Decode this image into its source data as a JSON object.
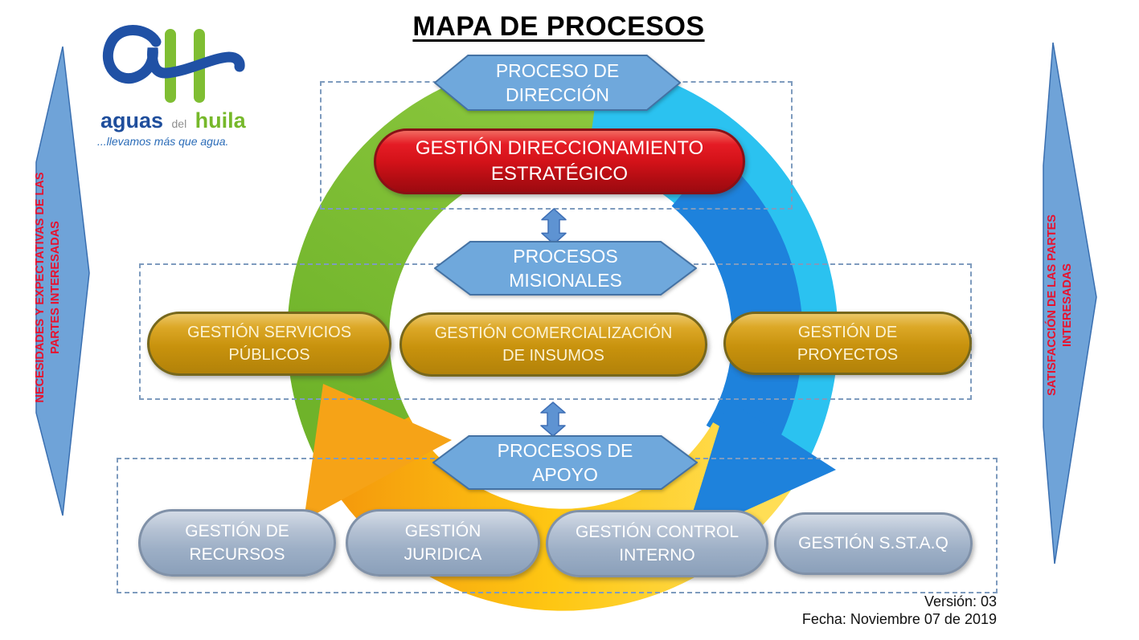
{
  "title": "MAPA DE PROCESOS",
  "logo": {
    "brand": {
      "aguas": "aguas",
      "del": "del",
      "huila": "huila"
    },
    "tagline": "...llevamos más que agua."
  },
  "banners": {
    "left": "NECESIDADES Y EXPECTATIVAS DE LAS\nPARTES INTERESADAS",
    "right": "SATISFACCIÓN DE LAS PARTES\nINTERESADAS"
  },
  "sections": [
    {
      "id": "direccion",
      "header": "PROCESO DE\nDIRECCIÓN",
      "items": [
        {
          "label": "GESTIÓN DIRECCIONAMIENTO\nESTRATÉGICO"
        }
      ]
    },
    {
      "id": "misionales",
      "header": "PROCESOS\nMISIONALES",
      "items": [
        {
          "label": "GESTIÓN SERVICIOS\nPÚBLICOS"
        },
        {
          "label": "GESTIÓN COMERCIALIZACIÓN\nDE INSUMOS"
        },
        {
          "label": "GESTIÓN DE\nPROYECTOS"
        }
      ]
    },
    {
      "id": "apoyo",
      "header": "PROCESOS DE\nAPOYO",
      "items": [
        {
          "label": "GESTIÓN DE\nRECURSOS"
        },
        {
          "label": "GESTIÓN\nJURIDICA"
        },
        {
          "label": "GESTIÓN CONTROL\nINTERNO"
        },
        {
          "label": "GESTIÓN S.ST.A.Q"
        }
      ]
    }
  ],
  "footer": {
    "version": "Versión: 03",
    "date": "Fecha: Noviembre 07 de 2019"
  },
  "colors": {
    "strategic_red": "#D41219",
    "mission_gold": "#C8920D",
    "support_gray": "#9DAFC6",
    "header_hexagon_blue": "#6FA8DC",
    "banner_arrow_blue": "#6FA3D8",
    "banner_text_red": "#E8112D",
    "ring_green": "#7FBC34",
    "ring_cyan": "#2BC2F0",
    "ring_dark_blue": "#1E82DC",
    "ring_orange": "#F59B0C",
    "ring_yellow": "#FFDE55",
    "dashed_border": "#7E9BBE"
  }
}
